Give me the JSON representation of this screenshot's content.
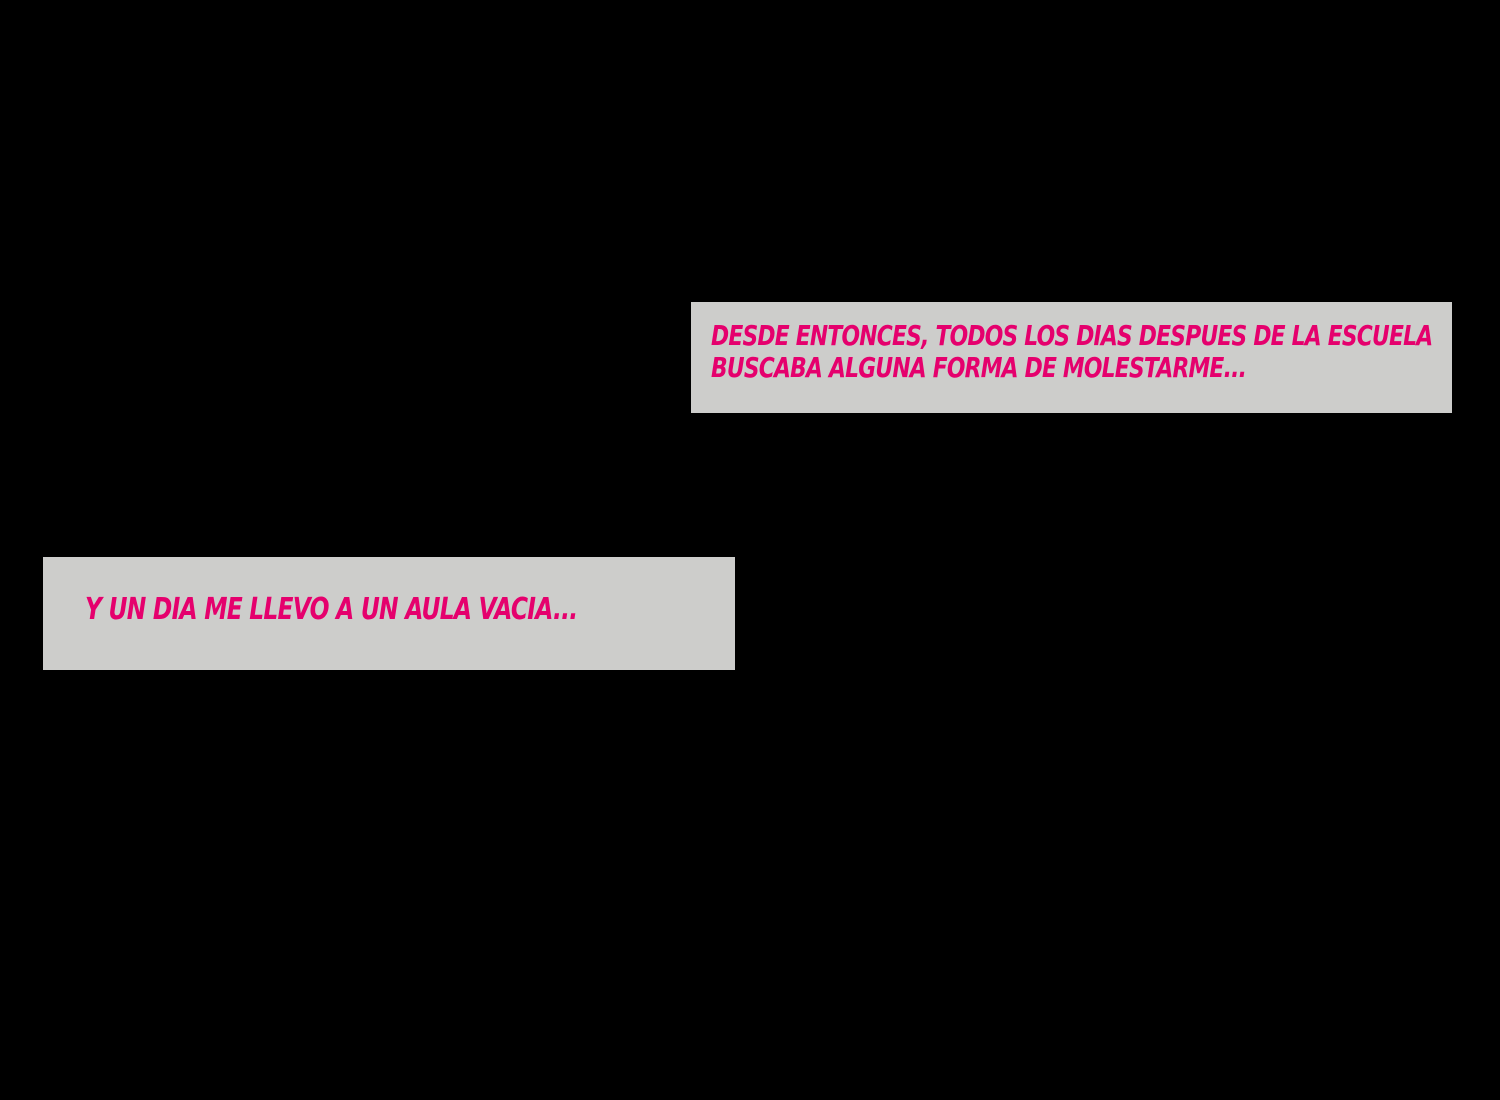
{
  "captions": [
    {
      "lines": [
        "DESDE ENTONCES, TODOS LOS DIAS DESPUES DE LA ESCUELA",
        "BUSCABA ALGUNA FORMA DE MOLESTARME..."
      ]
    },
    {
      "lines": [
        "Y UN DIA ME LLEVO A UN AULA VACIA..."
      ]
    }
  ],
  "colors": {
    "background": "#000000",
    "box": "#cdcdcb",
    "text": "#e5006d"
  }
}
